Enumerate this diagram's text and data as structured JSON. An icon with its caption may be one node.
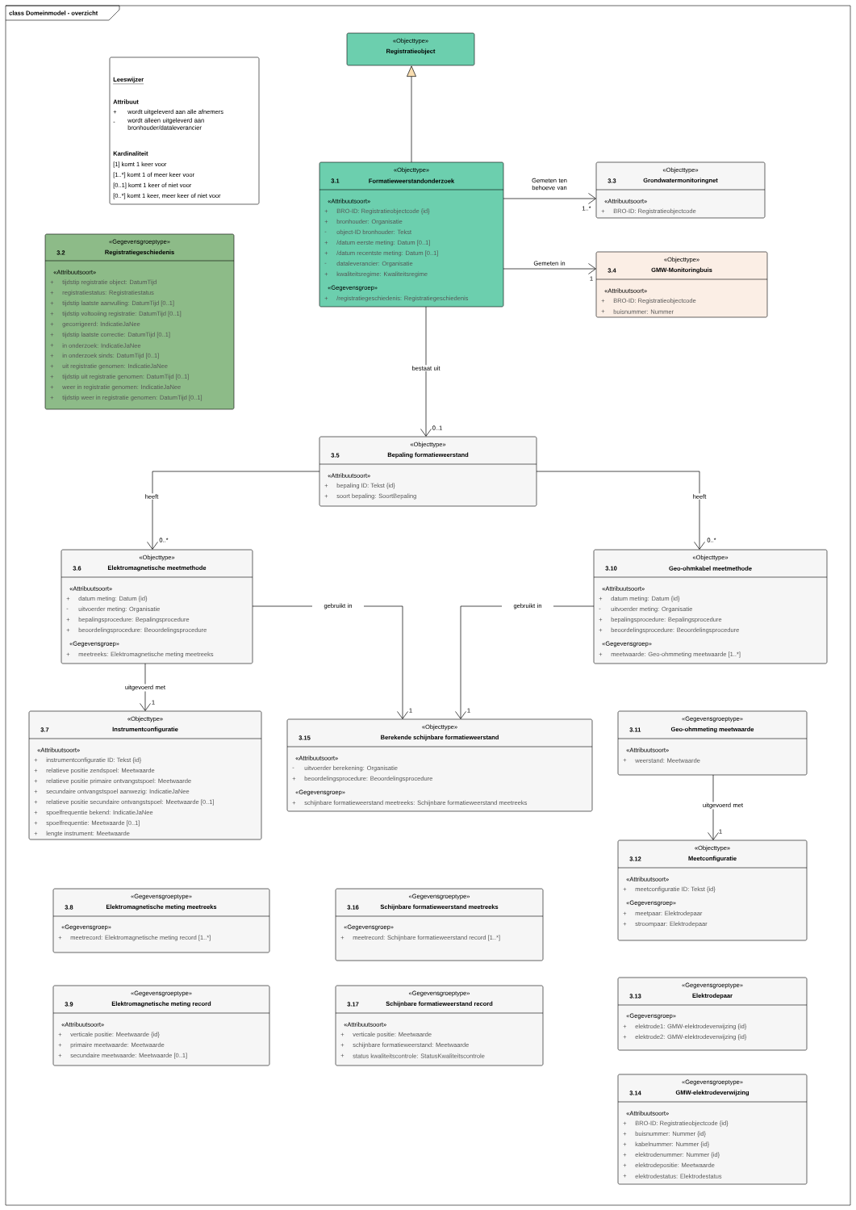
{
  "diagram": {
    "title": "class Domeinmodel - overzicht",
    "nodes": [
      {
        "text": [
          "«Objecttype»",
          "Registratieobject"
        ]
      },
      {
        "text": [
          "Leeswijzer",
          "Attribuut",
          "+",
          "wordt uitgeleverd aan alle afnemers",
          "-",
          "wordt alleen uitgeleverd aan bronhouder/dataleverancier",
          "Kardinaliteit",
          "[1] komt 1 keer voor",
          "[1..*] komt 1 of meer keer voor",
          "[0..1] komt 1 keer of niet voor",
          "[0..*] komt 1 keer, meer keer of niet voor"
        ]
      },
      {
        "text": [
          "«Objecttype»",
          "3.1",
          "Formatieweerstandonderzoek",
          "«Attribuutsoort»",
          "+",
          "BRO-ID: Registratieobjectcode {id}",
          "+",
          "bronhouder: Organisatie",
          "-",
          "object-ID bronhouder: Tekst",
          "+",
          "/datum eerste meting: Datum [0..1]",
          "+",
          "/datum recentste meting: Datum [0..1]",
          "-",
          "dataleverancier: Organisatie",
          "+",
          "kwaliteitsregime: Kwaliteitsregime",
          "«Gegevensgroep»",
          "+",
          "/registratiegeschiedenis: Registratiegeschiedenis"
        ]
      },
      {
        "text": [
          "«Objecttype»",
          "3.3",
          "Grondwatermonitoringnet",
          "«Attribuutsoort»",
          "+",
          "BRO-ID: Registratieobjectcode"
        ]
      },
      {
        "text": [
          "«Gegevensgroeptype»",
          "3.2",
          "Registratiegeschiedenis",
          "«Attribuutsoort»",
          "+",
          "tijdstip registratie object: DatumTijd",
          "+",
          "registratiestatus: Registratiestatus",
          "+",
          "tijdstip laatste aanvulling: DatumTijd [0..1]",
          "+",
          "tijdstip voltooiing registratie: DatumTijd [0..1]",
          "+",
          "gecorrigeerd: IndicatieJaNee",
          "+",
          "tijdstip laatste correctie: DatumTijd [0..1]",
          "+",
          "in onderzoek: IndicatieJaNee",
          "+",
          "in onderzoek sinds: DatumTijd [0..1]",
          "+",
          "uit registratie genomen: IndicatieJaNee",
          "+",
          "tijdstip uit registratie genomen: DatumTijd [0..1]",
          "+",
          "weer in registratie genomen: IndicatieJaNee",
          "+",
          "tijdstip weer in registratie genomen: DatumTijd [0..1]"
        ]
      },
      {
        "text": [
          "«Objecttype»",
          "3.4",
          "GMW-Monitoringbuis",
          "«Attribuutsoort»",
          "+",
          "BRO-ID: Registratieobjectcode",
          "+",
          "buisnummer: Nummer"
        ]
      },
      {
        "text": [
          "«Objecttype»",
          "3.5",
          "Bepaling formatieweerstand",
          "«Attribuutsoort»",
          "+",
          "bepaling ID: Tekst {id}",
          "+",
          "soort bepaling: SoortBepaling"
        ]
      },
      {
        "text": [
          "«Objecttype»",
          "3.6",
          "Elektromagnetische meetmethode",
          "«Attribuutsoort»",
          "+",
          "datum meting: Datum {id}",
          "-",
          "uitvoerder meting: Organisatie",
          "+",
          "bepalingsprocedure: Bepalingsprocedure",
          "+",
          "beoordelingsprocedure: Beoordelingsprocedure",
          "«Gegevensgroep»",
          "+",
          "meetreeks: Elektromagnetische meting meetreeks"
        ]
      },
      {
        "text": [
          "«Objecttype»",
          "3.10",
          "Geo-ohmkabel meetmethode",
          "«Attribuutsoort»",
          "+",
          "datum meting: Datum {id}",
          "-",
          "uitvoerder meting: Organisatie",
          "+",
          "bepalingsprocedure: Bepalingsprocedure",
          "+",
          "beoordelingsprocedure: Beoordelingsprocedure",
          "«Gegevensgroep»",
          "+",
          "meetwaarde: Geo-ohmmeting meetwaarde [1..*]"
        ]
      },
      {
        "text": [
          "«Objecttype»",
          "3.7",
          "Instrumentconfiguratie",
          "«Attribuutsoort»",
          "+",
          "instrumentconfiguratie ID: Tekst {id}",
          "+",
          "relatieve positie zendspoel: Meetwaarde",
          "+",
          "relatieve positie primaire ontvangstspoel: Meetwaarde",
          "+",
          "secundaire ontvangstspoel aanwezig: IndicatieJaNee",
          "+",
          "relatieve positie secundaire ontvangstspoel: Meetwaarde [0..1]",
          "+",
          "spoelfrequentie bekend: IndicatieJaNee",
          "+",
          "spoelfrequentie: Meetwaarde [0..1]",
          "+",
          "lengte instrument: Meetwaarde"
        ]
      },
      {
        "text": [
          "«Objecttype»",
          "3.15",
          "Berekende schijnbare formatieweerstand",
          "«Attribuutsoort»",
          "-",
          "uitvoerder berekening: Organisatie",
          "+",
          "beoordelingsprocedure: Beoordelingsprocedure",
          "«Gegevensgroep»",
          "+",
          "schijnbare formatieweerstand meetreeks: Schijnbare formatieweerstand meetreeks"
        ]
      },
      {
        "text": [
          "«Gegevensgroeptype»",
          "3.11",
          "Geo-ohmmeting meetwaarde",
          "«Attribuutsoort»",
          "+",
          "weerstand: Meetwaarde"
        ]
      },
      {
        "text": [
          "«Objecttype»",
          "3.12",
          "Meetconfiguratie",
          "«Attribuutsoort»",
          "+",
          "meetconfiguratie ID: Tekst {id}",
          "«Gegevensgroep»",
          "+",
          "meetpaar: Elektrodepaar",
          "+",
          "stroompaar: Elektrodepaar"
        ]
      },
      {
        "text": [
          "«Gegevensgroeptype»",
          "3.8",
          "Elektromagnetische meting meetreeks",
          "«Gegevensgroep»",
          "+",
          "meetrecord: Elektromagnetische meting record [1..*]"
        ]
      },
      {
        "text": [
          "«Gegevensgroeptype»",
          "3.16",
          "Schijnbare formatieweerstand meetreeks",
          "«Gegevensgroep»",
          "+",
          "meetrecord: Schijnbare formatieweerstand record [1..*]"
        ]
      },
      {
        "text": [
          "«Gegevensgroeptype»",
          "3.13",
          "Elektrodepaar",
          "«Gegevensgroep»",
          "+",
          "elektrode1: GMW-elektrodeverwijzing {id}",
          "+",
          "elektrode2: GMW-elektrodeverwijzing {id}"
        ]
      },
      {
        "text": [
          "«Gegevensgroeptype»",
          "3.9",
          "Elektromagnetische meting record",
          "«Attribuutsoort»",
          "+",
          "verticale positie: Meetwaarde {id}",
          "+",
          "primaire meetwaarde: Meetwaarde",
          "+",
          "secundaire meetwaarde: Meetwaarde [0..1]"
        ]
      },
      {
        "text": [
          "«Gegevensgroeptype»",
          "3.17",
          "Schijnbare formatieweerstand record",
          "«Attribuutsoort»",
          "+",
          "verticale positie: Meetwaarde",
          "+",
          "schijnbare formatieweerstand: Meetwaarde",
          "+",
          "status kwaliteitscontrole: StatusKwaliteitscontrole"
        ]
      },
      {
        "text": [
          "«Gegevensgroeptype»",
          "3.14",
          "GMW-elektrodeverwijzing",
          "«Attribuutsoort»",
          "+",
          "BRO-ID: Registratieobjectcode {id}",
          "+",
          "buisnummer: Nummer {id}",
          "+",
          "kabelnummer: Nummer {id}",
          "+",
          "elektrodenummer: Nummer {id}",
          "+",
          "elektrodepositie: Meetwaarde",
          "+",
          "elektrodestatus: Elektrodestatus"
        ]
      }
    ],
    "edges": [
      {
        "from": 2,
        "to": 0,
        "arrow": "to"
      },
      {
        "from": 2,
        "to": 3,
        "arrow": "to",
        "label": "Gemeten ten behoeve van"
      },
      {
        "from": 2,
        "to": 5,
        "arrow": "to",
        "label": "Gemeten in"
      },
      {
        "from": 2,
        "to": 6,
        "arrow": "to",
        "label": "bestaat uit"
      },
      {
        "from": 6,
        "to": 7,
        "arrow": "to",
        "label": "heeft"
      },
      {
        "from": 6,
        "to": 8,
        "arrow": "to",
        "label": "heeft"
      },
      {
        "from": 7,
        "to": 10,
        "arrow": "to",
        "label": "gebruikt in"
      },
      {
        "from": 8,
        "to": 10,
        "arrow": "to",
        "label": "gebruikt in"
      },
      {
        "from": 7,
        "to": 9,
        "arrow": "to",
        "label": "uitgevoerd met"
      },
      {
        "from": 11,
        "to": 12,
        "arrow": "to",
        "label": "uitgevoerd met"
      }
    ],
    "labels": [
      "1..*",
      "1",
      "0..1",
      "0..*",
      "0..*",
      "1",
      "1",
      "1",
      "1"
    ]
  }
}
